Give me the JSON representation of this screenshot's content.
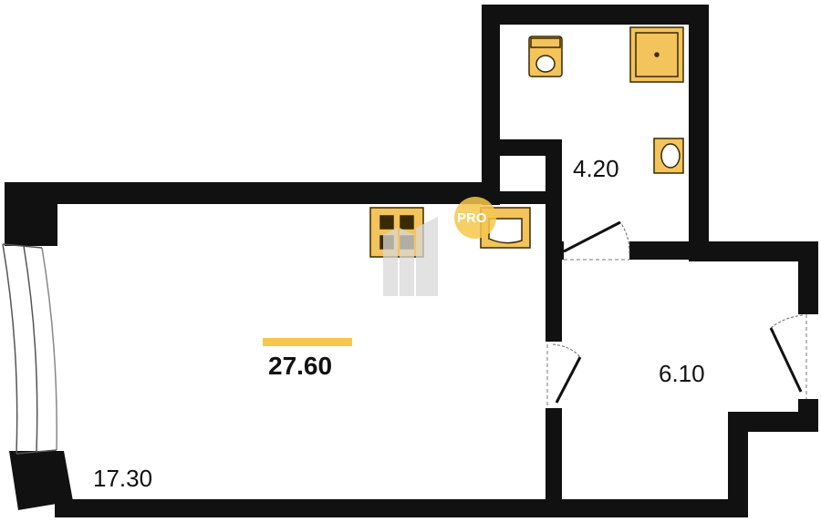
{
  "plan": {
    "rooms": [
      {
        "name": "room-area-main",
        "area": "17.30"
      },
      {
        "name": "room-area-bathroom",
        "area": "4.20"
      },
      {
        "name": "room-area-hallway",
        "area": "6.10"
      }
    ],
    "total_area": "27.60",
    "watermark_badge": "PRO",
    "colors": {
      "wall": "#111111",
      "fixture_fill": "#f3c35c",
      "fixture_stroke": "#3a2a00",
      "accent": "#f5c84c",
      "background": "#ffffff",
      "watermark": "#d9d9d9"
    },
    "icons": [
      "toilet-icon",
      "shower-tray-icon",
      "washbasin-icon",
      "kitchen-sink-icon",
      "stove-icon",
      "door-swing-icon",
      "window-icon",
      "logo-watermark-icon"
    ]
  }
}
